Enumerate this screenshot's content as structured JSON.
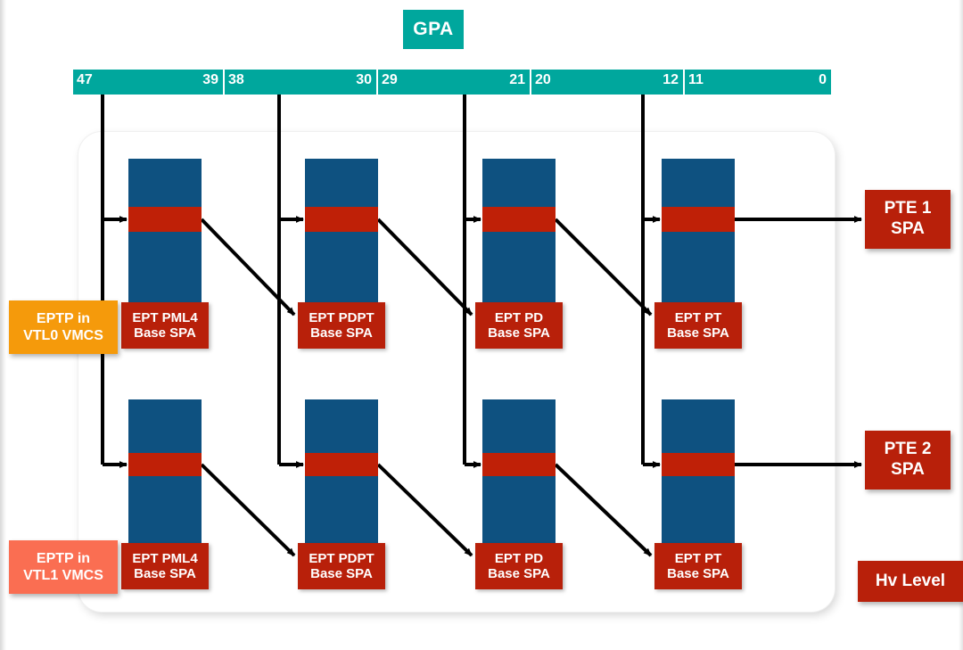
{
  "title": "GPA",
  "colors": {
    "teal": "#00A79D",
    "table_blue": "#0E5180",
    "selected_entry_red": "#BF2007",
    "label_red": "#B8200A",
    "eptp_vtl0_orange": "#F59A0B",
    "eptp_vtl1_salmon": "#FA6E52",
    "panel_white": "#FFFFFF",
    "wire_black": "#000000"
  },
  "bitbar": {
    "fields": [
      {
        "hi": "47",
        "lo": "39",
        "name": "pml4-index"
      },
      {
        "hi": "38",
        "lo": "30",
        "name": "pdpt-index"
      },
      {
        "hi": "29",
        "lo": "21",
        "name": "pd-index"
      },
      {
        "hi": "20",
        "lo": "12",
        "name": "pt-index"
      },
      {
        "hi": "11",
        "lo": "0",
        "name": "page-offset"
      }
    ]
  },
  "eptp": {
    "vtl0": {
      "line1": "EPTP in",
      "line2": "VTL0 VMCS"
    },
    "vtl1": {
      "line1": "EPTP in",
      "line2": "VTL1 VMCS"
    }
  },
  "rows": [
    {
      "name": "vtl0-walk",
      "tables": [
        {
          "line1": "EPT PML4",
          "line2": "Base SPA"
        },
        {
          "line1": "EPT PDPT",
          "line2": "Base SPA"
        },
        {
          "line1": "EPT PD",
          "line2": "Base SPA"
        },
        {
          "line1": "EPT PT",
          "line2": "Base SPA"
        }
      ],
      "result": {
        "line1": "PTE 1",
        "line2": "SPA"
      }
    },
    {
      "name": "vtl1-walk",
      "tables": [
        {
          "line1": "EPT PML4",
          "line2": "Base SPA"
        },
        {
          "line1": "EPT PDPT",
          "line2": "Base SPA"
        },
        {
          "line1": "EPT PD",
          "line2": "Base SPA"
        },
        {
          "line1": "EPT PT",
          "line2": "Base SPA"
        }
      ],
      "result": {
        "line1": "PTE 2",
        "line2": "SPA"
      }
    }
  ],
  "hv_level": "Hv Level"
}
